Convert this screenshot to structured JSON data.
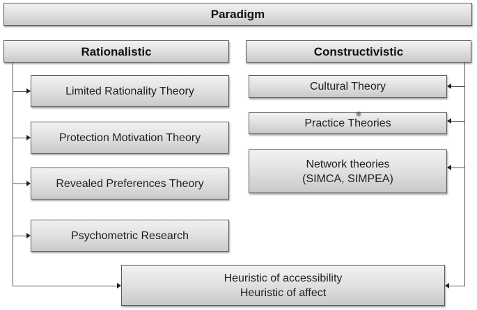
{
  "diagram": {
    "root": {
      "label": "Paradigm"
    },
    "left_branch": {
      "label": "Rationalistic",
      "items": [
        {
          "label": "Limited Rationality Theory"
        },
        {
          "label": "Protection Motivation Theory"
        },
        {
          "label": "Revealed Preferences Theory"
        },
        {
          "label": "Psychometric Research"
        }
      ]
    },
    "right_branch": {
      "label": "Constructivistic",
      "items": [
        {
          "label": "Cultural Theory"
        },
        {
          "label": "Practice Theories"
        },
        {
          "label": "Network theories",
          "label2": "(SIMCA, SIMPEA)"
        }
      ]
    },
    "bottom": {
      "line1": "Heuristic of accessibility",
      "line2": "Heuristic of affect"
    }
  }
}
